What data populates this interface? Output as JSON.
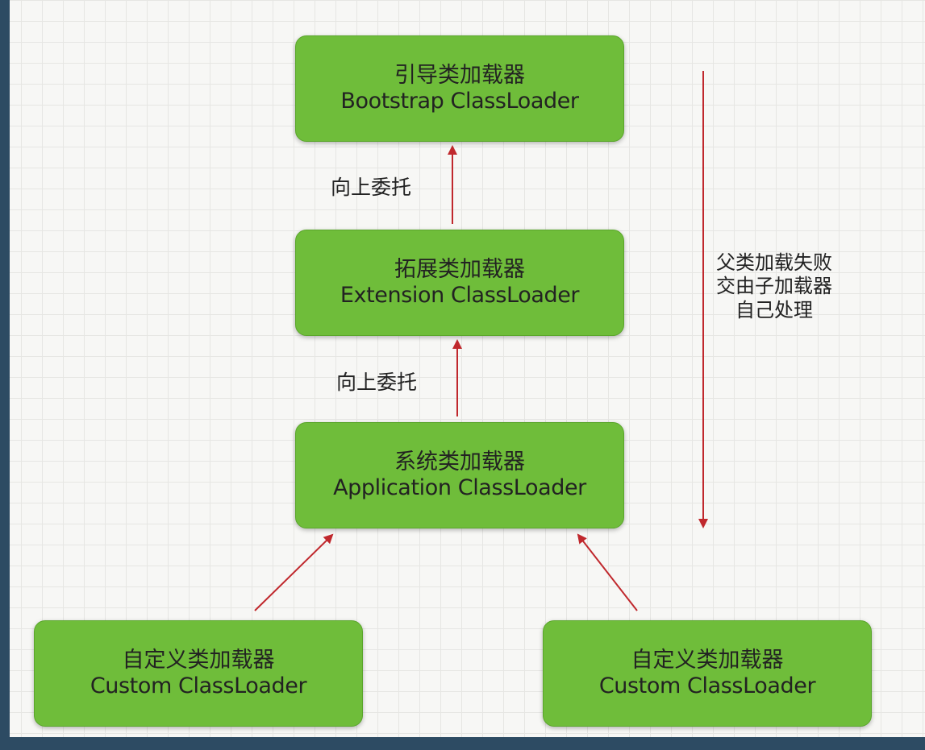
{
  "nodes": {
    "bootstrap": {
      "zh": "引导类加载器",
      "en": "Bootstrap ClassLoader"
    },
    "extension": {
      "zh": "拓展类加载器",
      "en": "Extension ClassLoader"
    },
    "application": {
      "zh": "系统类加载器",
      "en": "Application ClassLoader"
    },
    "custom_left": {
      "zh": "自定义类加载器",
      "en": "Custom ClassLoader"
    },
    "custom_right": {
      "zh": "自定义类加载器",
      "en": "Custom ClassLoader"
    }
  },
  "edges": {
    "delegate_up_1": "向上委托",
    "delegate_up_2": "向上委托"
  },
  "fallback_note": {
    "line1": "父类加载失败",
    "line2": "交由子加载器",
    "line3": "自己处理"
  },
  "colors": {
    "node_fill": "#6fbd3a",
    "arrow": "#c0282d"
  }
}
